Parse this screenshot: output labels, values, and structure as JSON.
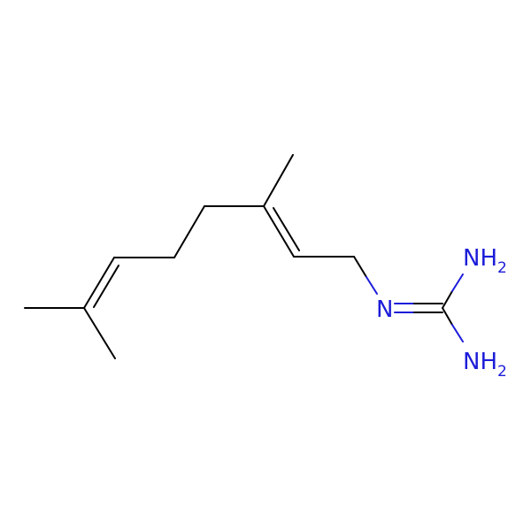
{
  "molecule": {
    "atom_colors": {
      "carbon": "#000000",
      "nitrogen": "#1c1cd9"
    },
    "labels": {
      "imine_n": "N",
      "amine_top": {
        "main": "NH",
        "sub": "2"
      },
      "amine_bottom": {
        "main": "NH",
        "sub": "2"
      }
    }
  }
}
